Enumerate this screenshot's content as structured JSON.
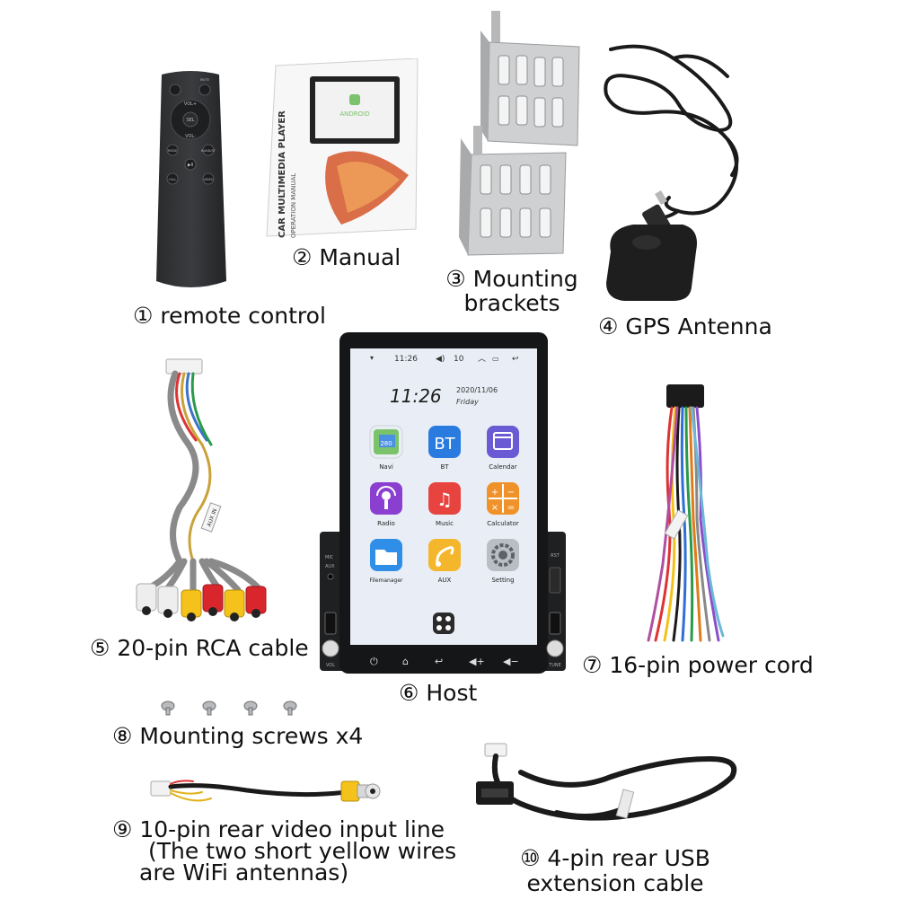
{
  "items": {
    "remote": {
      "label": "① remote control",
      "buttons": {
        "vol_up": "VOL+",
        "sel": "SEL",
        "vol_down": "VOL-",
        "mode": "MODE",
        "band": "BAND/ST",
        "play": "▶Ⅱ",
        "call": "CALL",
        "video": "VIDEO",
        "mute": "MUTE"
      }
    },
    "manual": {
      "label": "② Manual",
      "title": "CAR MULTIMEDIA PLAYER",
      "subtitle": "OPERATION MANUAL",
      "brand": "ANDROID"
    },
    "brackets": {
      "label_line1": "③ Mounting",
      "label_line2": "brackets"
    },
    "gps": {
      "label": "④ GPS Antenna"
    },
    "rca": {
      "label": "⑤ 20-pin RCA cable",
      "tag": "AUX IN"
    },
    "host": {
      "label": "⑥ Host",
      "status": {
        "time": "11:26",
        "volume": "10"
      },
      "clock": {
        "time": "11:26",
        "date": "2020/11/06",
        "day": "Friday"
      },
      "apps": [
        {
          "name": "Navi",
          "bg": "#e9eef3",
          "glyph": "280"
        },
        {
          "name": "BT",
          "bg": "#2a7be0",
          "glyph": "BT"
        },
        {
          "name": "Calendar",
          "bg": "#6a5bd4",
          "glyph": "▦"
        },
        {
          "name": "Radio",
          "bg": "#8b3fd0",
          "glyph": "📻"
        },
        {
          "name": "Music",
          "bg": "#e8443f",
          "glyph": "♫"
        },
        {
          "name": "Calculator",
          "bg": "#f0922a",
          "glyph": "±"
        },
        {
          "name": "Filemanager",
          "bg": "#2f8ee8",
          "glyph": "▬"
        },
        {
          "name": "AUX",
          "bg": "#f4b62a",
          "glyph": "♪"
        },
        {
          "name": "Setting",
          "bg": "#b9bec4",
          "glyph": "⚙"
        }
      ],
      "panel": {
        "mic": "MIC",
        "aux": "AUX",
        "vol": "VOL",
        "tune": "TUNE",
        "rst": "RST"
      }
    },
    "power": {
      "label": "⑦ 16-pin power cord"
    },
    "screws": {
      "label": "⑧ Mounting screws x4"
    },
    "rear_video": {
      "label_line1": "⑨ 10-pin rear video input line",
      "label_line2": "(The two short yellow wires",
      "label_line3": "are WiFi antennas)"
    },
    "usb": {
      "label_line1": "⑩ 4-pin rear USB",
      "label_line2": "extension cable"
    }
  }
}
